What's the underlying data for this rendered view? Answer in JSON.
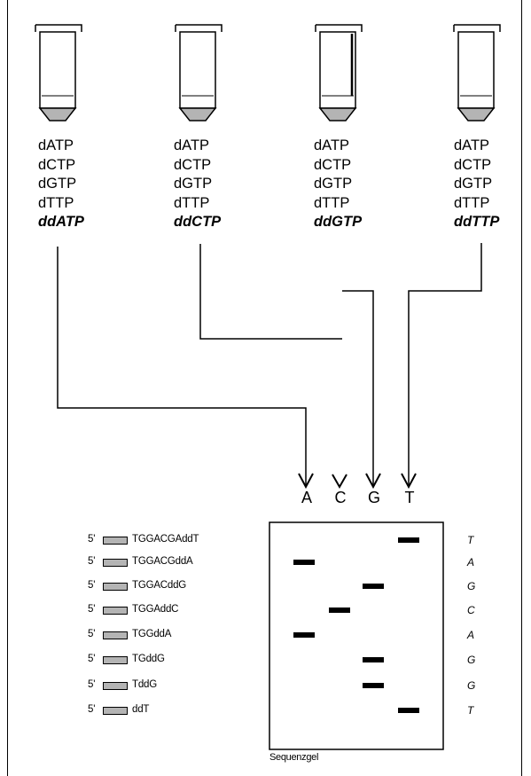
{
  "tubes": [
    {
      "reagents": [
        "dATP",
        "dCTP",
        "dGTP",
        "dTTP"
      ],
      "terminator": "ddATP"
    },
    {
      "reagents": [
        "dATP",
        "dCTP",
        "dGTP",
        "dTTP"
      ],
      "terminator": "ddCTP"
    },
    {
      "reagents": [
        "dATP",
        "dCTP",
        "dGTP",
        "dTTP"
      ],
      "terminator": "ddGTP"
    },
    {
      "reagents": [
        "dATP",
        "dCTP",
        "dGTP",
        "dTTP"
      ],
      "terminator": "ddTTP"
    }
  ],
  "lanes": [
    "A",
    "C",
    "G",
    "T"
  ],
  "fragments": [
    {
      "prime": "5'",
      "sequence": "TGGACGAddT",
      "lane": "T",
      "read": "T"
    },
    {
      "prime": "5'",
      "sequence": "TGGACGddA",
      "lane": "A",
      "read": "A"
    },
    {
      "prime": "5'",
      "sequence": "TGGACddG",
      "lane": "G",
      "read": "G"
    },
    {
      "prime": "5'",
      "sequence": "TGGAddC",
      "lane": "C",
      "read": "C"
    },
    {
      "prime": "5'",
      "sequence": "TGGddA",
      "lane": "A",
      "read": "A"
    },
    {
      "prime": "5'",
      "sequence": "TGddG",
      "lane": "G",
      "read": "G"
    },
    {
      "prime": "5'",
      "sequence": "TddG",
      "lane": "G",
      "read": "G"
    },
    {
      "prime": "5'",
      "sequence": "ddT",
      "lane": "T",
      "read": "T"
    }
  ],
  "gel_caption": "Sequenzgel",
  "colors": {
    "line": "#000000",
    "tube_cap": "#b4b4b4",
    "primer_box": "#b4b4b4"
  }
}
